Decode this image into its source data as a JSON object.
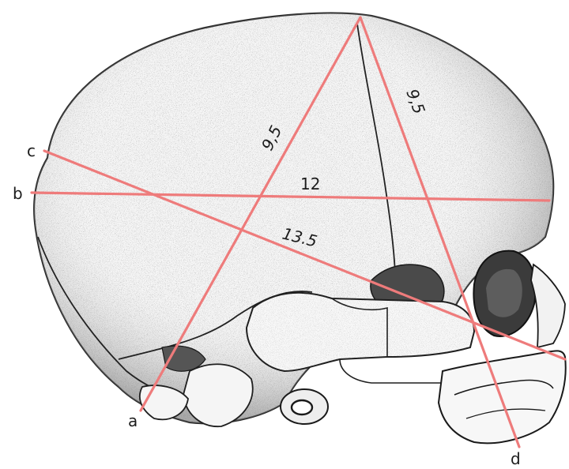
{
  "figure": {
    "points": {
      "a": "a",
      "b": "b",
      "c": "c",
      "d": "d"
    },
    "measurements": {
      "vertex_to_a": "9,5",
      "vertex_to_d": "9,5",
      "b_line": "12",
      "c_line": "13.5"
    },
    "colors": {
      "line": "#ee7b7b",
      "bone_fill": "#f4f4f4",
      "bone_edge": "#2a2a2a",
      "dark": "#3a3a3a"
    }
  }
}
